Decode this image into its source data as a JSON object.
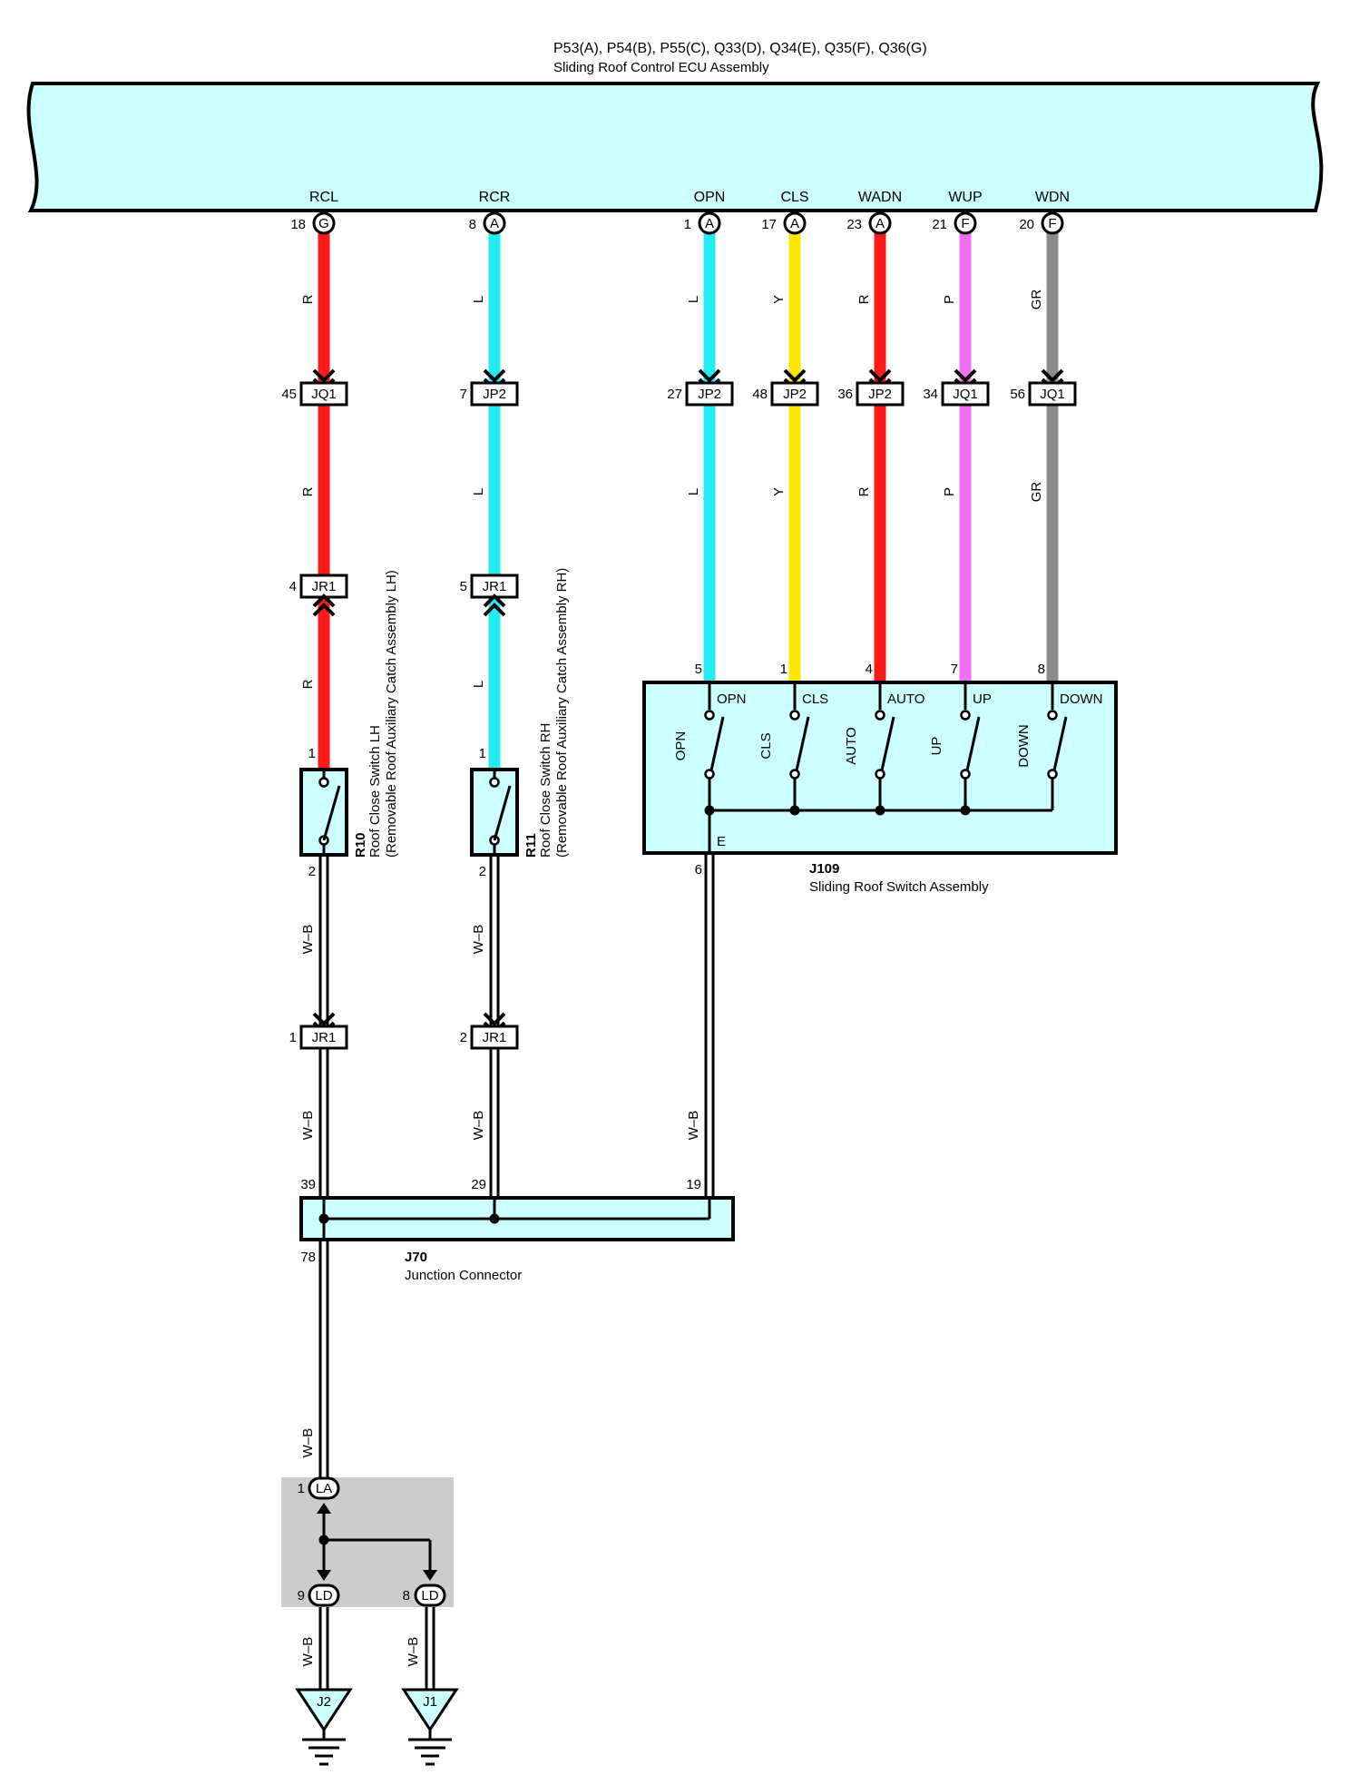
{
  "ecu": {
    "connectors": "P53(A), P54(B), P55(C), Q33(D), Q34(E), Q35(F), Q36(G)",
    "name": "Sliding Roof Control ECU Assembly"
  },
  "ecu_terminals": [
    {
      "signal": "RCL",
      "pin": "18",
      "conn": "G"
    },
    {
      "signal": "RCR",
      "pin": "8",
      "conn": "A"
    },
    {
      "signal": "OPN",
      "pin": "1",
      "conn": "A"
    },
    {
      "signal": "CLS",
      "pin": "17",
      "conn": "A"
    },
    {
      "signal": "WADN",
      "pin": "23",
      "conn": "A"
    },
    {
      "signal": "WUP",
      "pin": "21",
      "conn": "F"
    },
    {
      "signal": "WDN",
      "pin": "20",
      "conn": "F"
    }
  ],
  "wire_colors": {
    "rcl": "R",
    "rcr": "L",
    "opn": "L",
    "cls": "Y",
    "wadn": "R",
    "wup": "P",
    "wdn": "GR",
    "ground": "W–B"
  },
  "inline_connectors": [
    {
      "pin": "45",
      "name": "JQ1"
    },
    {
      "pin": "7",
      "name": "JP2"
    },
    {
      "pin": "27",
      "name": "JP2"
    },
    {
      "pin": "48",
      "name": "JP2"
    },
    {
      "pin": "36",
      "name": "JP2"
    },
    {
      "pin": "34",
      "name": "JQ1"
    },
    {
      "pin": "56",
      "name": "JQ1"
    }
  ],
  "jr1_upper": [
    {
      "pin": "4",
      "name": "JR1"
    },
    {
      "pin": "5",
      "name": "JR1"
    }
  ],
  "r10": {
    "code": "R10",
    "line1": "Roof Close Switch LH",
    "line2": "(Removable Roof Auxiliary Catch Assembly LH)",
    "pin_top": "1",
    "pin_bottom": "2"
  },
  "r11": {
    "code": "R11",
    "line1": "Roof Close Switch RH",
    "line2": "(Removable Roof Auxiliary Catch Assembly RH)",
    "pin_top": "1",
    "pin_bottom": "2"
  },
  "j109": {
    "code": "J109",
    "name": "Sliding Roof Switch Assembly",
    "switches": [
      {
        "pin": "5",
        "terminal": "OPN",
        "label": "OPN"
      },
      {
        "pin": "1",
        "terminal": "CLS",
        "label": "CLS"
      },
      {
        "pin": "4",
        "terminal": "AUTO",
        "label": "AUTO"
      },
      {
        "pin": "7",
        "terminal": "UP",
        "label": "UP"
      },
      {
        "pin": "8",
        "terminal": "DOWN",
        "label": "DOWN"
      }
    ],
    "ground_terminal": "E",
    "ground_pin": "6"
  },
  "jr1_lower": [
    {
      "pin": "1",
      "name": "JR1"
    },
    {
      "pin": "2",
      "name": "JR1"
    }
  ],
  "j70": {
    "code": "J70",
    "name": "Junction Connector",
    "pins_top": [
      "39",
      "29",
      "19"
    ],
    "pin_bottom": "78"
  },
  "splice": {
    "la_pin": "1",
    "la": "LA",
    "ld_left_pin": "9",
    "ld_right_pin": "8",
    "ld": "LD"
  },
  "grounds": [
    "J2",
    "J1"
  ],
  "colors": {
    "ecu_fill": "#ccffff",
    "red": "#ff1a1a",
    "cyan": "#22ecf0",
    "yellow": "#ffe800",
    "pink": "#f26ff2",
    "gray": "#8c8c8c",
    "splice_bg": "#cccccc"
  }
}
